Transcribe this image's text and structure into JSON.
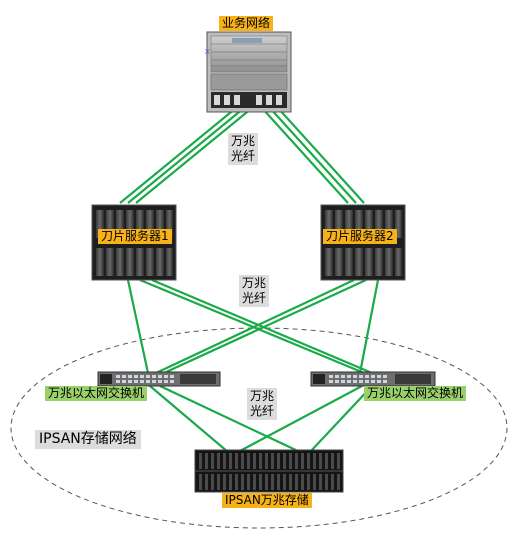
{
  "colors": {
    "link_green": "#1aaa4a",
    "label_yellow": "#f7b21a",
    "label_green": "#9ad06a",
    "label_gray": "#dcdcdc",
    "device_dark": "#2a2a2a"
  },
  "nodes": {
    "core": {
      "label": "业务网络",
      "device": "core-switch-chassis"
    },
    "blade1": {
      "label": "刀片服务器1",
      "device": "blade-server"
    },
    "blade2": {
      "label": "刀片服务器2",
      "device": "blade-server"
    },
    "switch1": {
      "label": "万兆以太网交换机",
      "device": "ethernet-switch"
    },
    "switch2": {
      "label": "万兆以太网交换机",
      "device": "ethernet-switch"
    },
    "storage": {
      "label": "IPSAN万兆存储",
      "device": "storage-array"
    }
  },
  "link_labels": {
    "top": "万兆\n光纤",
    "middle": "万兆\n光纤",
    "bottom": "万兆\n光纤"
  },
  "zone": {
    "label": "IPSAN存储网络"
  },
  "edges": [
    {
      "from": "core",
      "to": "blade1",
      "medium": "万兆光纤"
    },
    {
      "from": "core",
      "to": "blade2",
      "medium": "万兆光纤"
    },
    {
      "from": "blade1",
      "to": "switch1",
      "medium": "万兆光纤"
    },
    {
      "from": "blade1",
      "to": "switch2",
      "medium": "万兆光纤"
    },
    {
      "from": "blade2",
      "to": "switch1",
      "medium": "万兆光纤"
    },
    {
      "from": "blade2",
      "to": "switch2",
      "medium": "万兆光纤"
    },
    {
      "from": "switch1",
      "to": "storage",
      "medium": "万兆光纤"
    },
    {
      "from": "switch2",
      "to": "storage",
      "medium": "万兆光纤"
    }
  ]
}
